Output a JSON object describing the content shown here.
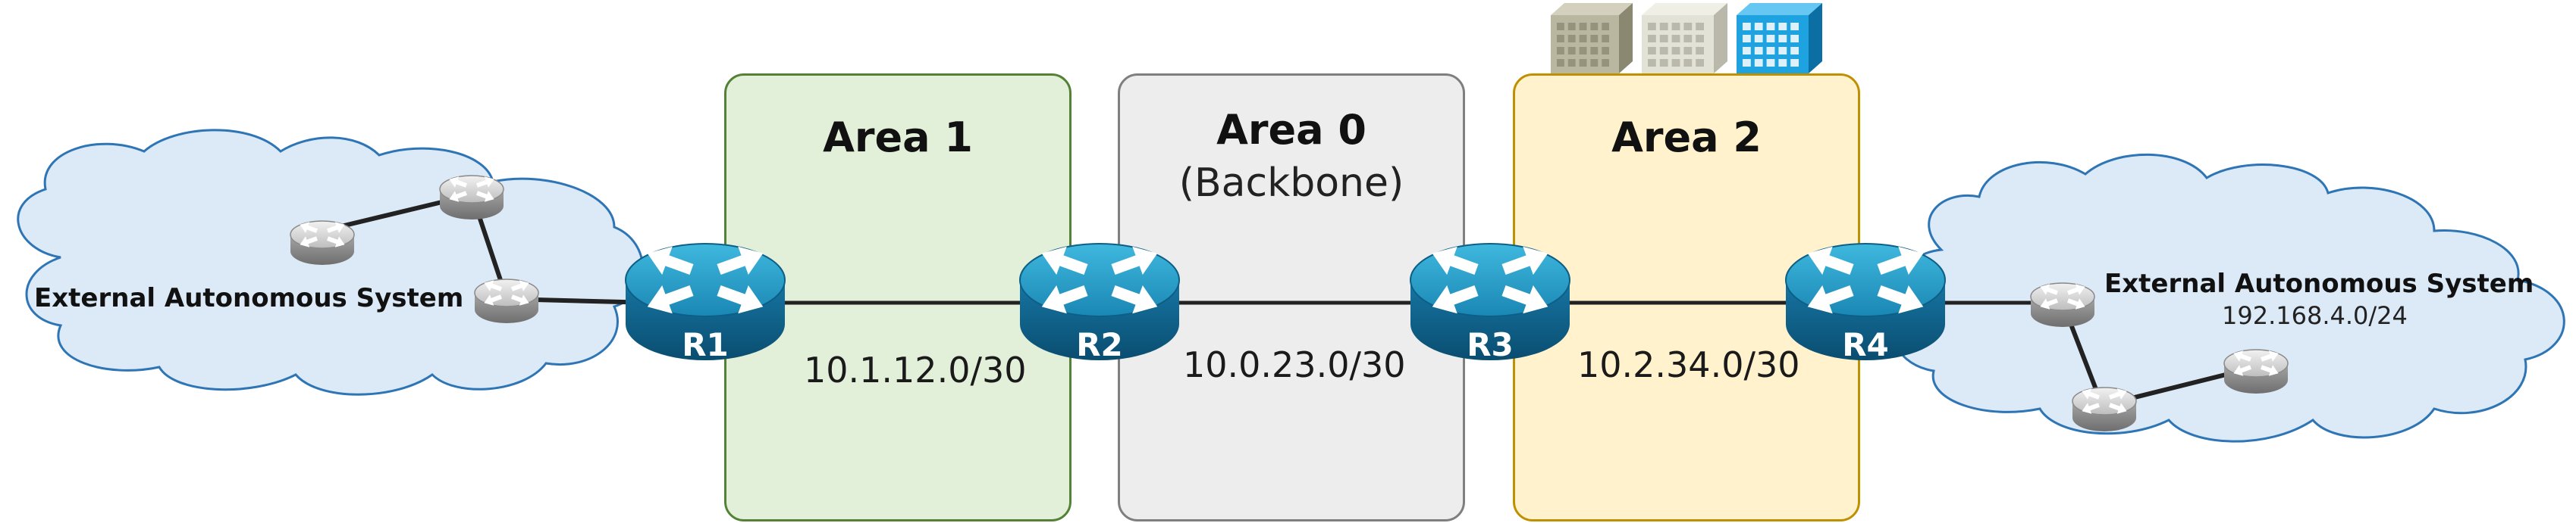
{
  "areas": [
    {
      "title": "Area 1",
      "subtitle": "",
      "fill": "#e2efd9",
      "stroke": "#548235"
    },
    {
      "title": "Area 0",
      "subtitle": "(Backbone)",
      "fill": "#ededed",
      "stroke": "#7f7f7f"
    },
    {
      "title": "Area 2",
      "subtitle": "",
      "fill": "#fff2cc",
      "stroke": "#bf9000"
    }
  ],
  "routers": [
    {
      "label": "R1"
    },
    {
      "label": "R2"
    },
    {
      "label": "R3"
    },
    {
      "label": "R4"
    }
  ],
  "subnets": [
    "10.1.12.0/30",
    "10.0.23.0/30",
    "10.2.34.0/30"
  ],
  "external_left": {
    "label": "External Autonomous System"
  },
  "external_right": {
    "label": "External Autonomous System",
    "network": "192.168.4.0/24"
  },
  "colors": {
    "cloud_fill": "#dce9f6",
    "cloud_stroke": "#2e75b6",
    "router_top": "#2aa0c8",
    "router_side": "#0d5f86",
    "link": "#222222"
  },
  "icons": [
    "router-icon",
    "small-router-icon",
    "building-icon",
    "cloud-icon"
  ]
}
